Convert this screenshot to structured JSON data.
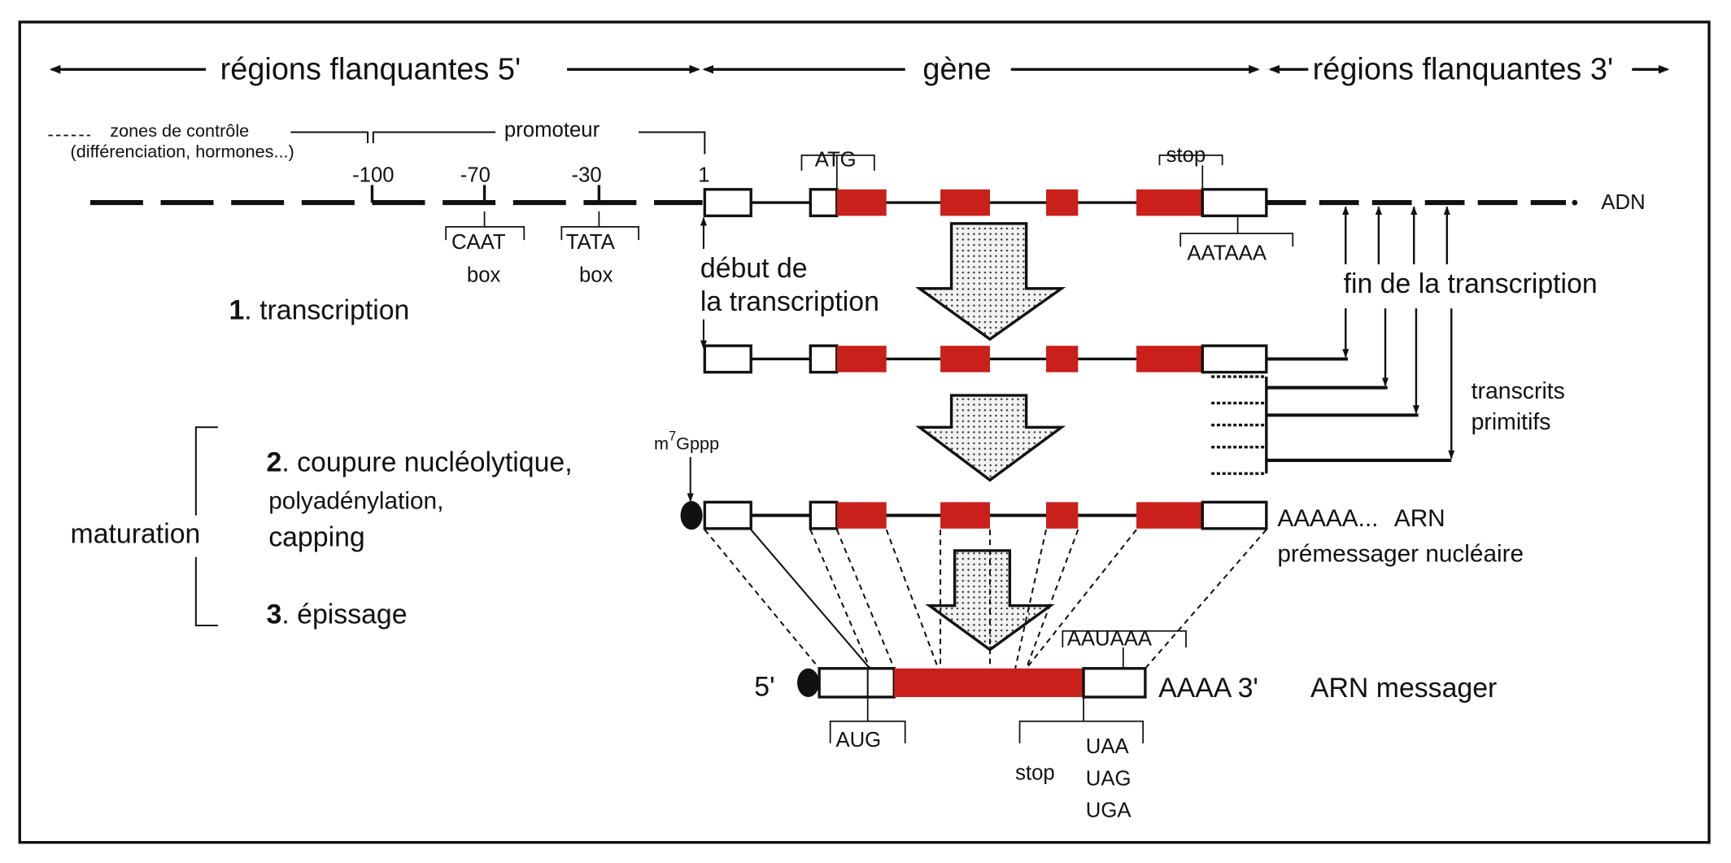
{
  "colors": {
    "exon": "#c9201b",
    "line": "#111111",
    "background": "#ffffff",
    "arrow_fill": "#e6e6e6"
  },
  "header": {
    "flank5": "régions flanquantes 5'",
    "gene": "gène",
    "flank3": "régions flanquantes 3'"
  },
  "promoter_region": {
    "control_zones_line1": "zones de contrôle",
    "control_zones_line2": "(différenciation, hormones...)",
    "promoter": "promoteur",
    "positions": [
      "-100",
      "-70",
      "-30",
      "1"
    ],
    "caat_box": [
      "CAAT",
      "box"
    ],
    "tata_box": [
      "TATA",
      "box"
    ]
  },
  "dna": {
    "label": "ADN",
    "atg": "ATG",
    "stop": "stop",
    "aataaa": "AATAAA"
  },
  "labels": {
    "transcription_start_line1": "début de",
    "transcription_start_line2": "la transcription",
    "transcription_end": "fin de la transcription",
    "primary_transcripts_line1": "transcrits",
    "primary_transcripts_line2": "primitifs",
    "cap": "m",
    "cap_superscript": "7",
    "cap_rest": "Gppp"
  },
  "steps": {
    "step1_num": "1",
    "step1": ". transcription",
    "maturation": "maturation",
    "step2_num": "2",
    "step2_line1": ". coupure nucléolytique,",
    "step2_line2": "polyadénylation,",
    "step2_line3": "capping",
    "step3_num": "3",
    "step3": ". épissage"
  },
  "pre_mrna": {
    "polya": "AAAAA...",
    "label_line1": "ARN",
    "label_line2": "prémessager nucléaire"
  },
  "mrna": {
    "five_prime": "5'",
    "polya": "AAAA",
    "three_prime": "3'",
    "label": "ARN  messager",
    "aug": "AUG",
    "auaaa": "AAUAAA",
    "stop_label": "stop",
    "stop_codons": [
      "UAA",
      "UAG",
      "UGA"
    ]
  }
}
